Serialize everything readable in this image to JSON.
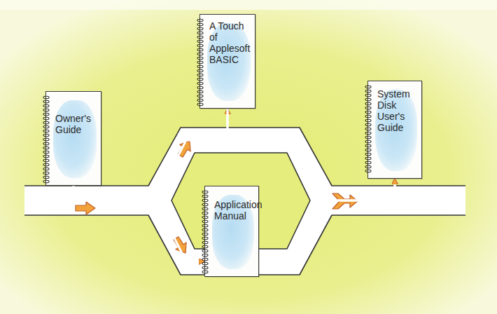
{
  "diagram": {
    "nodes": [
      {
        "text": [
          "Owner's Guide"
        ]
      },
      {
        "text": [
          "A Touch of Applesoft BASIC"
        ]
      },
      {
        "text": [
          "Application Manual"
        ]
      },
      {
        "text": [
          "System Disk User's Guide"
        ]
      }
    ],
    "edges": [
      {
        "from": 0,
        "to": 1,
        "arrow": "to"
      },
      {
        "from": 0,
        "to": 2,
        "arrow": "to"
      },
      {
        "from": 1,
        "to": 3,
        "arrow": "to"
      },
      {
        "from": 2,
        "to": 3,
        "arrow": "to"
      }
    ]
  }
}
